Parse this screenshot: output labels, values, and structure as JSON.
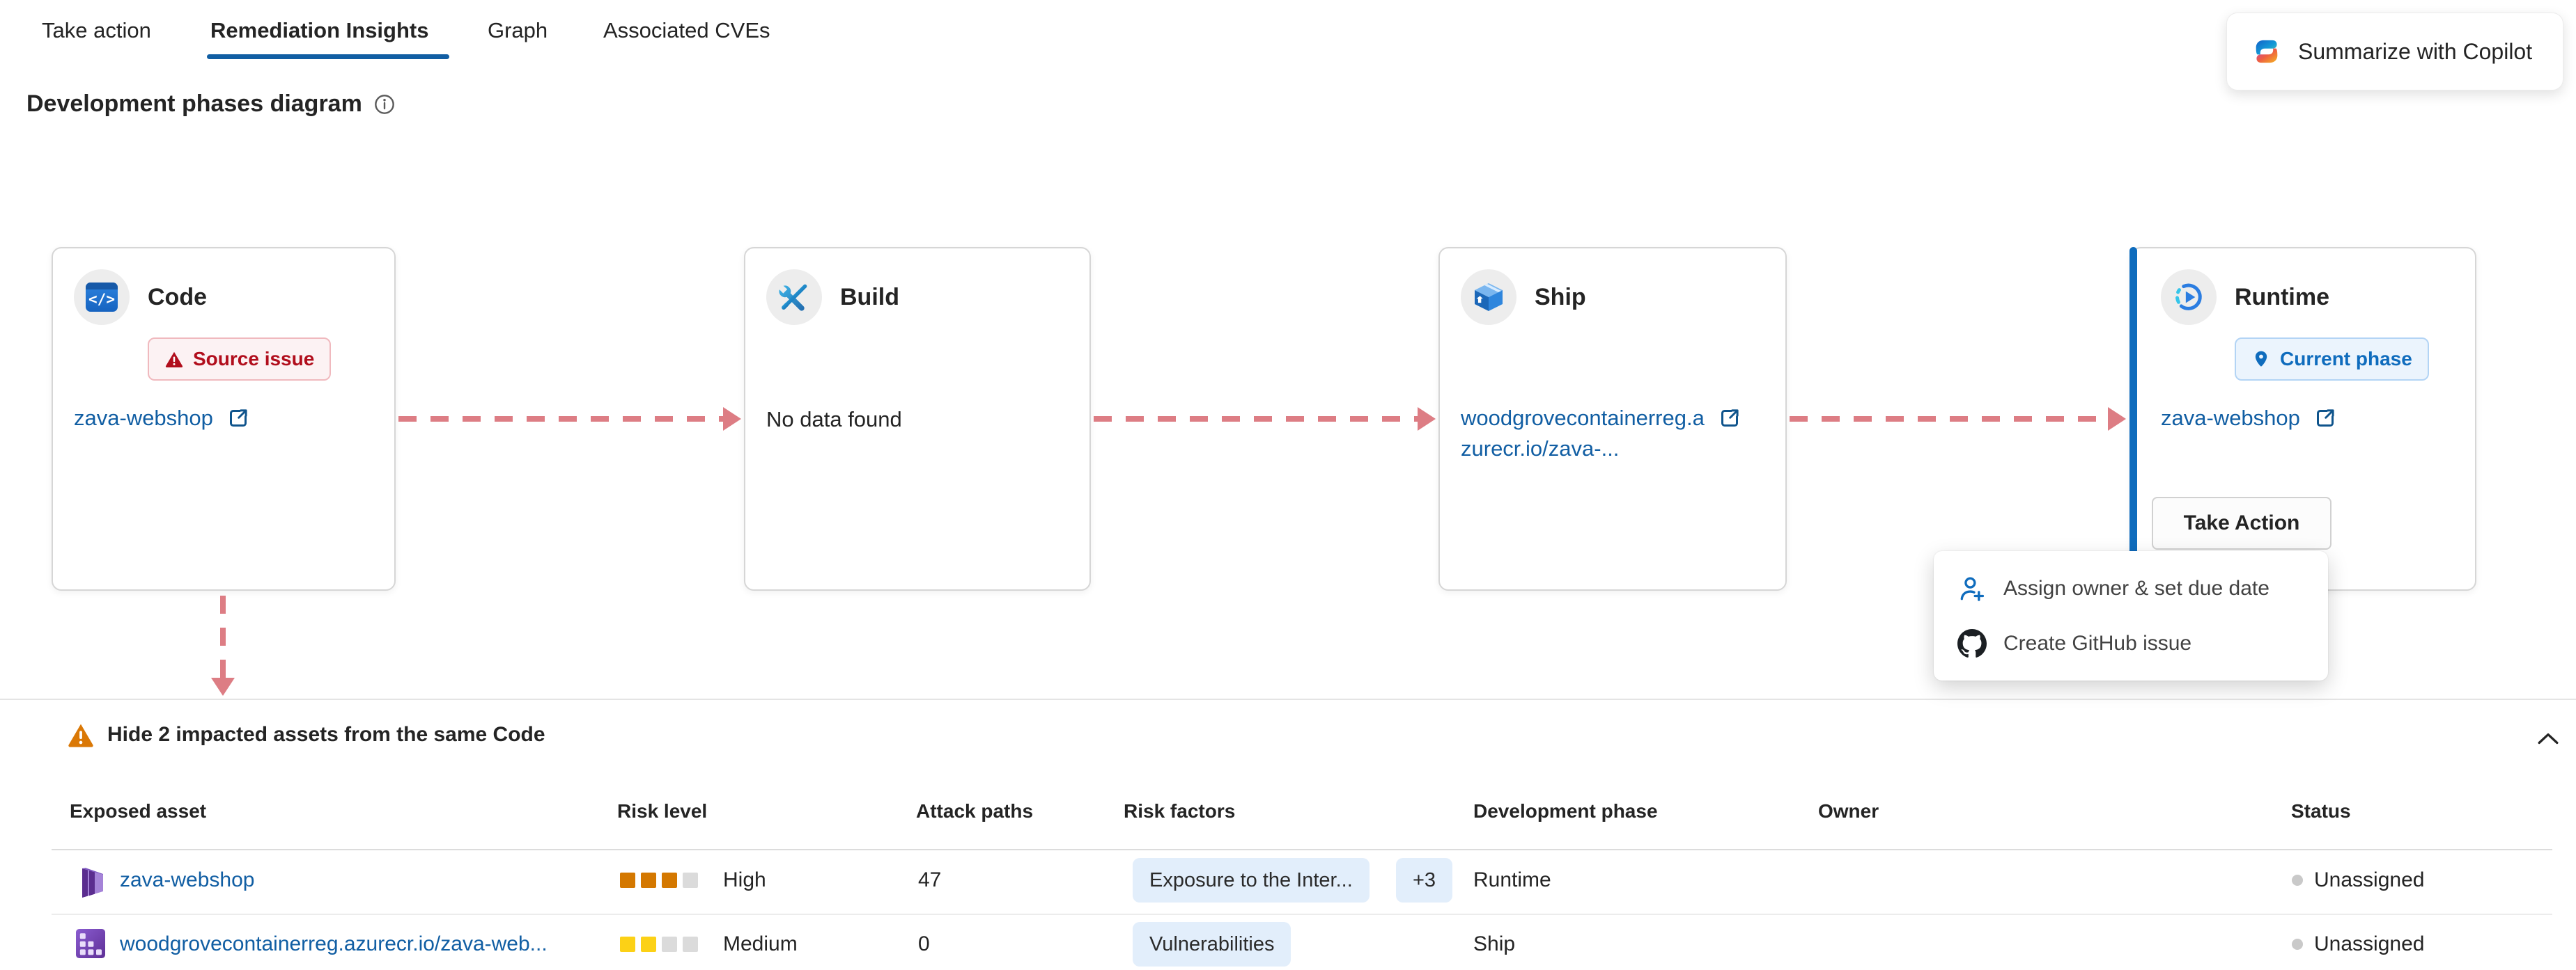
{
  "tabs": {
    "items": [
      {
        "label": "Take action",
        "active": false
      },
      {
        "label": "Remediation Insights",
        "active": true
      },
      {
        "label": "Graph",
        "active": false
      },
      {
        "label": "Associated CVEs",
        "active": false
      }
    ]
  },
  "copilot_button": {
    "label": "Summarize with Copilot"
  },
  "page": {
    "title": "Development phases diagram"
  },
  "diagram": {
    "phases": [
      {
        "title": "Code",
        "badge": "Source issue",
        "link": "zava-webshop"
      },
      {
        "title": "Build",
        "empty": "No data found"
      },
      {
        "title": "Ship",
        "link_line1": "woodgrovecontainerreg.a",
        "link_line2": "zurecr.io/zava-..."
      },
      {
        "title": "Runtime",
        "badge": "Current phase",
        "link": "zava-webshop",
        "action": "Take Action"
      }
    ]
  },
  "menu": {
    "items": [
      {
        "label": "Assign owner & set due date"
      },
      {
        "label": "Create GitHub issue"
      }
    ]
  },
  "impact": {
    "header": "Hide 2 impacted assets from the same Code"
  },
  "table": {
    "columns": [
      "Exposed asset",
      "Risk level",
      "Attack paths",
      "Risk factors",
      "Development phase",
      "Owner",
      "Status"
    ],
    "rows": [
      {
        "asset": "zava-webshop",
        "risk_level": "High",
        "risk_filled": 3,
        "attack_paths": "47",
        "risk_factors": [
          "Exposure to the Inter...",
          "+3"
        ],
        "phase": "Runtime",
        "owner": "",
        "status": "Unassigned"
      },
      {
        "asset": "woodgrovecontainerreg.azurecr.io/zava-web...",
        "risk_level": "Medium",
        "risk_filled": 2,
        "attack_paths": "0",
        "risk_factors": [
          "Vulnerabilities"
        ],
        "phase": "Ship",
        "owner": "",
        "status": "Unassigned"
      }
    ]
  },
  "colors": {
    "accent": "#115ea3",
    "arrow": "#dd7d84",
    "risk_high": "#d47800",
    "risk_medium": "#fcd116",
    "risk_empty": "#dbdbdb"
  }
}
